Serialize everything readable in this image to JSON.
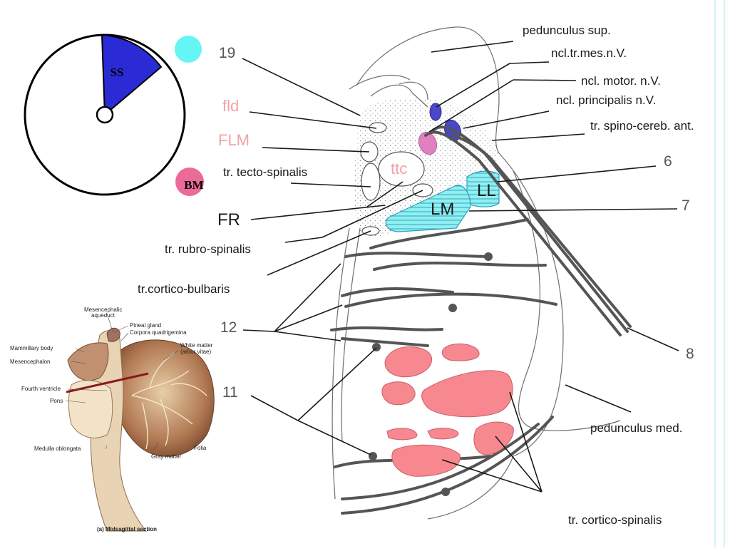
{
  "colors": {
    "ss_sector": "#2b2bd6",
    "cyan_marker": "#66f5f5",
    "bm_marker": "#ec6a98",
    "nucleus_blue": "#4848c8",
    "nucleus_pink": "#e080c0",
    "lemniscus": "#8ef0f0",
    "pyramidal": "#f7888f",
    "label_pink": "#f4a0a8"
  },
  "icons": {
    "cyan_marker": "cyan-dot-icon",
    "bm_marker": "pink-dot-icon"
  },
  "legend": {
    "ss": "SS",
    "bm": "BM"
  },
  "labels": {
    "pedunculus_sup": "pedunculus sup.",
    "ncl_tr_mes": "ncl.tr.mes.n.V.",
    "ncl_motor": "ncl. motor. n.V.",
    "ncl_principalis": "ncl. principalis n.V.",
    "tr_spino_cereb": "tr. spino-cereb. ant.",
    "fld": "fld",
    "flm": "FLM",
    "tr_tecto": "tr. tecto-spinalis",
    "ttc": "ttc",
    "ll": "LL",
    "lm": "LM",
    "fr": "FR",
    "tr_rubro": "tr. rubro-spinalis",
    "tr_cortico_bulbaris": "tr.cortico-bulbaris",
    "pedunculus_med": "pedunculus med.",
    "tr_cortico_spinalis": "tr. cortico-spinalis"
  },
  "numbers": {
    "n19": "19",
    "n6": "6",
    "n7": "7",
    "n12": "12",
    "n11": "11",
    "n8": "8"
  },
  "inset": {
    "mesencephalic_aqueduct_1": "Mesencephalic",
    "mesencephalic_aqueduct_2": "aqueduct",
    "pineal_gland": "Pineal gland",
    "corpora_quadrigemina": "Corpora quadrigemina",
    "white_matter_1": "White matter",
    "white_matter_2": "(arbor vitae)",
    "mammillary_body": "Mammillary body",
    "mesencephalon": "Mesencephalon",
    "fourth_ventricle": "Fourth ventricle",
    "pons": "Pons",
    "medulla_oblongata": "Medulla oblongata",
    "gray_matter": "Gray matter",
    "folia": "Folia",
    "caption": "(a) Midsagittal section"
  }
}
